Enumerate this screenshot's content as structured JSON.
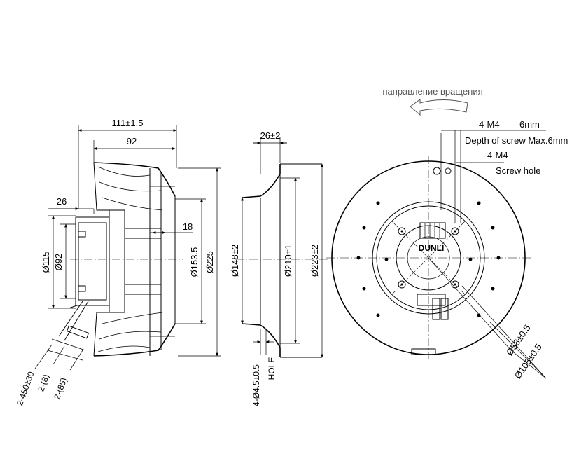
{
  "rotation_label": "направление вращения",
  "side_view": {
    "dims": {
      "overall_width": "111±1.5",
      "impeller_width": "92",
      "motor_offset": "26",
      "gap": "18",
      "dia_115": "Ø115",
      "dia_92": "Ø92",
      "dia_153": "Ø153.5",
      "dia_225": "Ø225",
      "cable_length": "2-450±30",
      "cable_8": "2-(8)",
      "cable_85": "2-(85)"
    }
  },
  "section_view": {
    "dims": {
      "ring_width": "26±2",
      "dia_148": "Ø148±2",
      "dia_210": "Ø210±1",
      "dia_223": "Ø223±2",
      "hole_label": "4-Ø4.5±0.5",
      "hole_word": "HOLE"
    }
  },
  "front_view": {
    "notes": {
      "m4_top": "4-M4",
      "depth_value": "6mm",
      "depth_text": "Depth of screw Max.6mm",
      "m4_second": "4-M4",
      "screw_hole": "Screw hole"
    },
    "dims": {
      "dia_58": "Ø58±0.5",
      "dia_105": "Ø105±0.5"
    },
    "brand": "DUNLI"
  }
}
